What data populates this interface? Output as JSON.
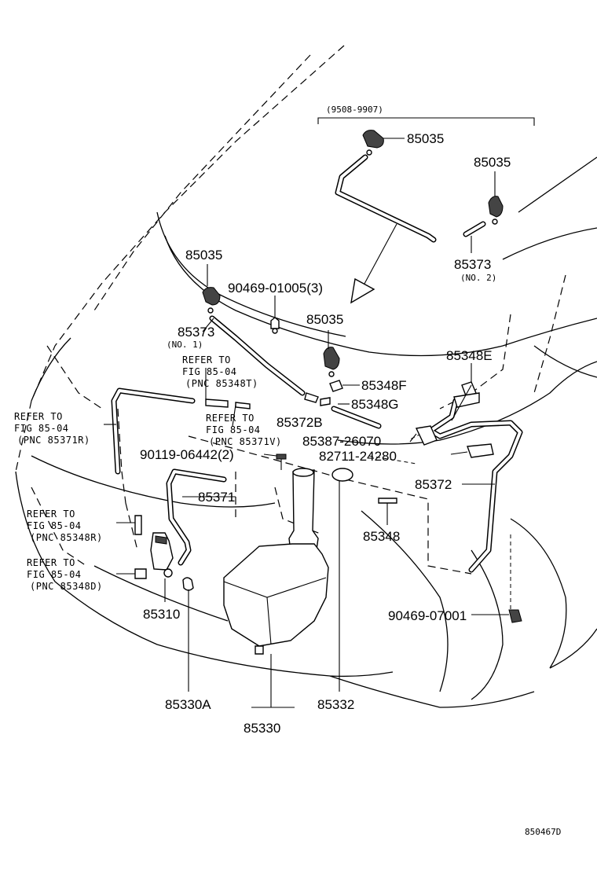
{
  "range_label": "(9508-9907)",
  "labels": {
    "nozzle_top": "85035",
    "nozzle_right": "85035",
    "nozzle_left": "85035",
    "nozzle_center": "85035",
    "hose_no2": "85373",
    "hose_no2_note": "(NO. 2)",
    "clip_90469": "90469-01005(3)",
    "hose_no1": "85373",
    "hose_no1_note": "(NO. 1)",
    "joint_e": "85348E",
    "joint_f": "85348F",
    "joint_g": "85348G",
    "hose_b": "85372B",
    "valve": "85387-26070",
    "clamp": "82711-24280",
    "hose_85372": "85372",
    "screw": "90119-06442(2)",
    "hose_85371": "85371",
    "joint_85348": "85348",
    "clip_07001": "90469-07001",
    "pump": "85310",
    "grommet": "85330A",
    "tank": "85330",
    "cap": "85332",
    "diagram_code": "850467D"
  },
  "refs": {
    "r1": [
      "REFER  TO",
      "FIG 85-04",
      "(PNC  85348T)"
    ],
    "r2": [
      "REFER  TO",
      "FIG  85-04",
      "(PNC  85371V)"
    ],
    "r3": [
      "REFER  TO",
      "FIG 85-04",
      "(PNC  85371R)"
    ],
    "r4": [
      "REFER  TO",
      "FIG 85-04",
      "(PNC  85348R)"
    ],
    "r5": [
      "REFER  TO",
      "FIG 85-04",
      "(PNC  85348D)"
    ]
  }
}
